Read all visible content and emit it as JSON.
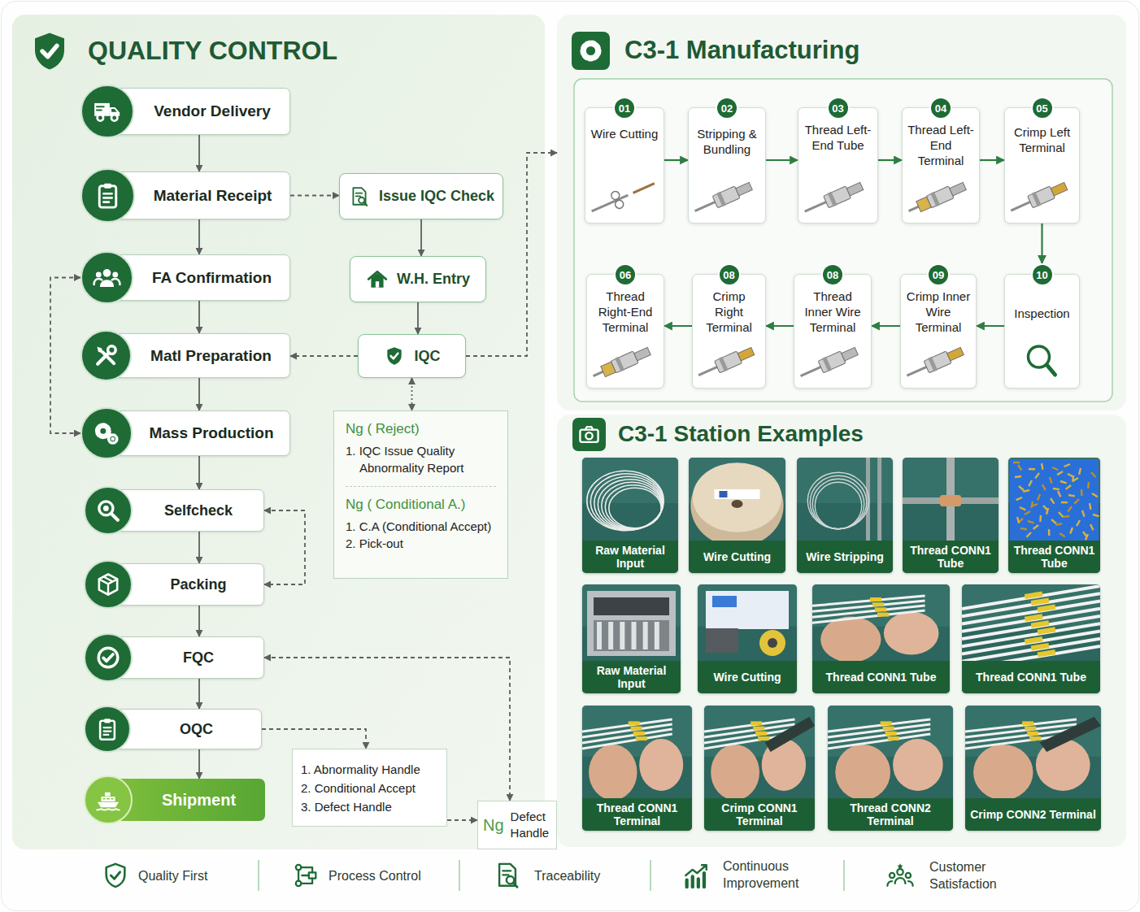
{
  "diagram": {
    "nodes": [
      {
        "text": [
          "QUALITY CONTROL"
        ]
      },
      {
        "text": [
          "Vendor Delivery"
        ],
        "in": 0
      },
      {
        "text": [
          "Material Receipt"
        ],
        "in": 0
      },
      {
        "text": [
          "Issue IQC Check"
        ],
        "in": 0
      },
      {
        "text": [
          "FA Confirmation"
        ],
        "in": 0
      },
      {
        "text": [
          "W.H. Entry"
        ],
        "in": 0
      },
      {
        "text": [
          "Matl Preparation"
        ],
        "in": 0
      },
      {
        "text": [
          "IQC"
        ],
        "in": 0
      },
      {
        "text": [
          "Mass Production"
        ],
        "in": 0
      },
      {
        "text": [
          "Ng ( Reject)",
          "1. IQC Issue Quality Abnormality Report",
          "Ng ( Conditional A.)",
          "1. C.A (Conditional Accept)",
          "2. Pick-out"
        ],
        "in": 0
      },
      {
        "text": [
          "Selfcheck"
        ],
        "in": 0
      },
      {
        "text": [
          "Packing"
        ],
        "in": 0
      },
      {
        "text": [
          "FQC"
        ],
        "in": 0
      },
      {
        "text": [
          "OQC"
        ],
        "in": 0
      },
      {
        "text": [
          "1. Abnormality Handle",
          "2. Conditional Accept",
          "3. Defect Handle"
        ],
        "in": 0
      },
      {
        "text": [
          "Shipment"
        ],
        "in": 0
      },
      {
        "text": [
          "Ng",
          "Defect Handle"
        ],
        "in": 0
      },
      {
        "text": [
          "C3-1 Manufacturing"
        ]
      },
      {
        "text": [
          "01",
          "Wire Cutting"
        ],
        "in": 17
      },
      {
        "text": [
          "02",
          "Stripping & Bundling"
        ],
        "in": 17
      },
      {
        "text": [
          "03",
          "Thread Left-End Tube"
        ],
        "in": 17
      },
      {
        "text": [
          "04",
          "Thread Left-End Terminal"
        ],
        "in": 17
      },
      {
        "text": [
          "05",
          "Crimp Left Terminal"
        ],
        "in": 17
      },
      {
        "text": [
          "06",
          "Thread Right-End Terminal"
        ],
        "in": 17
      },
      {
        "text": [
          "08",
          "Crimp Right Terminal"
        ],
        "in": 17
      },
      {
        "text": [
          "08",
          "Thread Inner Wire Terminal"
        ],
        "in": 17
      },
      {
        "text": [
          "09",
          "Crimp Inner Wire Terminal"
        ],
        "in": 17
      },
      {
        "text": [
          "10",
          "Inspection"
        ],
        "in": 17
      },
      {
        "text": [
          "C3-1 Station Examples"
        ]
      },
      {
        "text": [
          "Raw Material Input"
        ],
        "in": 28
      },
      {
        "text": [
          "Wire Cutting"
        ],
        "in": 28
      },
      {
        "text": [
          "Wire Stripping"
        ],
        "in": 28
      },
      {
        "text": [
          "Thread CONN1 Tube"
        ],
        "in": 28
      },
      {
        "text": [
          "Thread CONN1 Tube"
        ],
        "in": 28
      },
      {
        "text": [
          "Raw Material Input"
        ],
        "in": 28
      },
      {
        "text": [
          "Wire Cutting"
        ],
        "in": 28
      },
      {
        "text": [
          "Thread CONN1 Tube"
        ],
        "in": 28
      },
      {
        "text": [
          "Thread CONN1 Tube"
        ],
        "in": 28
      },
      {
        "text": [
          "Thread CONN1 Terminal"
        ],
        "in": 28
      },
      {
        "text": [
          "Crimp CONN1 Terminal"
        ],
        "in": 28
      },
      {
        "text": [
          "Thread CONN2 Terminal"
        ],
        "in": 28
      },
      {
        "text": [
          "Crimp CONN2 Terminal"
        ],
        "in": 28
      }
    ],
    "edges": [
      {
        "from": 1,
        "to": 2,
        "arrow": "to"
      },
      {
        "from": 2,
        "to": 4,
        "arrow": "to"
      },
      {
        "from": 4,
        "to": 6,
        "arrow": "to"
      },
      {
        "from": 6,
        "to": 8,
        "arrow": "to"
      },
      {
        "from": 8,
        "to": 10,
        "arrow": "to"
      },
      {
        "from": 10,
        "to": 11,
        "arrow": "to"
      },
      {
        "from": 11,
        "to": 12,
        "arrow": "to"
      },
      {
        "from": 12,
        "to": 13,
        "arrow": "to"
      },
      {
        "from": 13,
        "to": 15,
        "arrow": "to"
      },
      {
        "from": 2,
        "to": 3,
        "arrow": "to"
      },
      {
        "from": 3,
        "to": 5,
        "arrow": "to"
      },
      {
        "from": 5,
        "to": 7,
        "arrow": "to"
      },
      {
        "from": 7,
        "to": 6,
        "arrow": "to"
      },
      {
        "from": 7,
        "to": 9,
        "arrow": "both"
      },
      {
        "from": 7,
        "to": 17,
        "arrow": "to"
      },
      {
        "from": 4,
        "to": 8,
        "arrow": "both"
      },
      {
        "from": 10,
        "to": 11,
        "arrow": "both"
      },
      {
        "from": 12,
        "to": 16,
        "arrow": "both"
      },
      {
        "from": 13,
        "to": 14,
        "arrow": "to"
      },
      {
        "from": 14,
        "to": 16,
        "arrow": "to"
      },
      {
        "from": 18,
        "to": 19,
        "arrow": "to"
      },
      {
        "from": 19,
        "to": 20,
        "arrow": "to"
      },
      {
        "from": 20,
        "to": 21,
        "arrow": "to"
      },
      {
        "from": 21,
        "to": 22,
        "arrow": "to"
      },
      {
        "from": 22,
        "to": 27,
        "arrow": "to"
      },
      {
        "from": 27,
        "to": 26,
        "arrow": "to"
      },
      {
        "from": 26,
        "to": 25,
        "arrow": "to"
      },
      {
        "from": 25,
        "to": 24,
        "arrow": "to"
      },
      {
        "from": 24,
        "to": 23,
        "arrow": "to"
      }
    ],
    "labels": [
      "Quality First",
      "Process Control",
      "Traceability",
      "Continuous Improvement",
      "Customer Satisfaction"
    ]
  }
}
